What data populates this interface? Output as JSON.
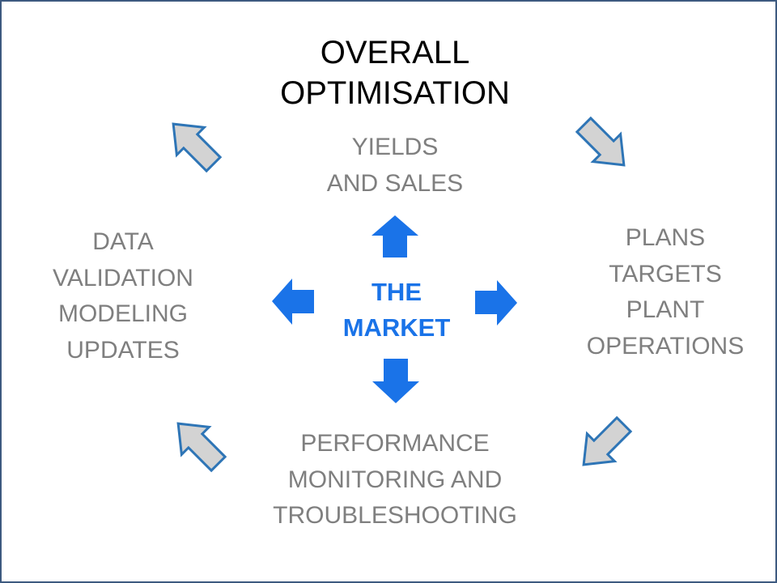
{
  "diagram": {
    "title": "OVERALL\nOPTIMISATION",
    "center": "THE\nMARKET",
    "nodes": {
      "top": "YIELDS\nAND SALES",
      "right": "PLANS\nTARGETS\nPLANT\nOPERATIONS",
      "bottom": "PERFORMANCE\nMONITORING AND\nTROUBLESHOOTING",
      "left": "DATA\nVALIDATION\nMODELING \nUPDATES"
    },
    "colors": {
      "center_text": "#1a73e8",
      "inner_arrows": "#1a73e8",
      "outer_arrow_fill": "#d3d3d3",
      "outer_arrow_stroke": "#2e75b6",
      "node_text": "#7f7f7f",
      "title_text": "#000000",
      "border": "#3d5a80"
    },
    "icons": {
      "inner": [
        "arrow-up-icon",
        "arrow-right-icon",
        "arrow-down-icon",
        "arrow-left-icon"
      ],
      "outer": [
        "arrow-up-right-icon",
        "arrow-down-right-icon",
        "arrow-down-left-icon",
        "arrow-up-left-icon"
      ]
    }
  }
}
